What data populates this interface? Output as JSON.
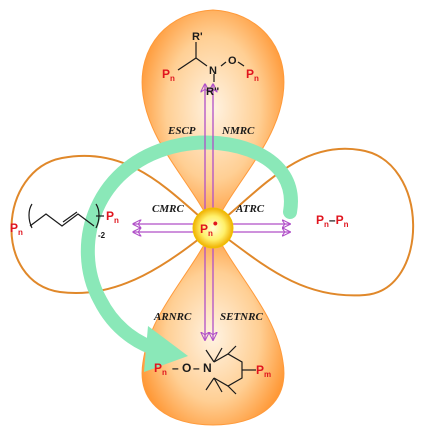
{
  "colors": {
    "lobe_top": "#ff8a1e",
    "lobe_glow": "#ffe6c6",
    "loop_outline": "#e0882a",
    "arrow_purple": "#b04fc8",
    "curved_arrow": "#8ae8b8",
    "center_glow": "#fff06a",
    "polymer_red": "#e0141e",
    "text_dark": "#1a1a1a"
  },
  "center": {
    "species": "P",
    "subscript": "n",
    "radical": "•"
  },
  "methods": {
    "top_left": "ESCP",
    "top_right": "NMRC",
    "left": "CMRC",
    "right": "ATRC",
    "bottom_left": "ARNRC",
    "bottom_right": "SETNRC"
  },
  "top_structure": {
    "r_prime": "R'",
    "n_atom": "N",
    "o_atom": "O",
    "r_double_prime": "R''",
    "p_left": "P",
    "p_left_sub": "n",
    "p_right": "P",
    "p_right_sub": "n"
  },
  "right_structure": {
    "p1": "P",
    "p1_sub": "n",
    "bond": "–",
    "p2": "P",
    "p2_sub": "n"
  },
  "left_structure": {
    "p_left": "P",
    "p_left_sub": "n",
    "p_right": "P",
    "p_right_sub": "n",
    "repeat_sub": "-2"
  },
  "bottom_structure": {
    "p_left": "P",
    "p_left_sub": "n",
    "dash": "–",
    "o_atom": "O",
    "dash2": "–",
    "n_atom": "N",
    "p_right": "P",
    "p_right_sub": "m"
  }
}
